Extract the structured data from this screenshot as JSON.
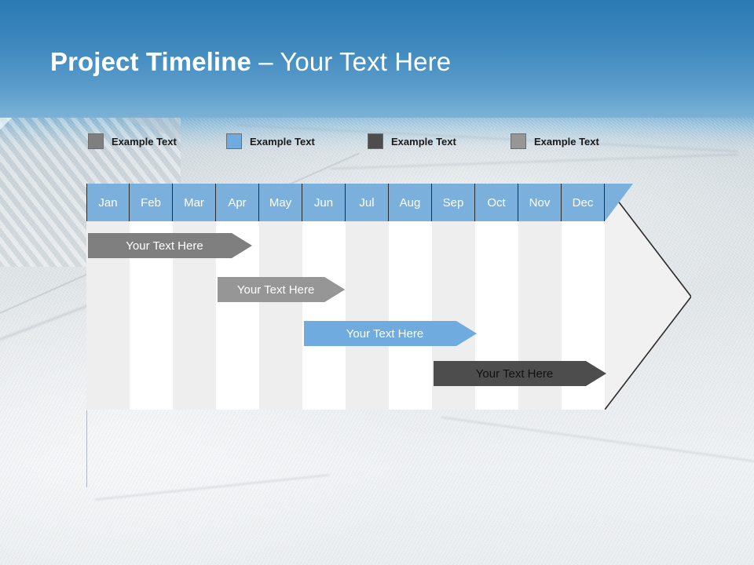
{
  "slide": {
    "title_strong": "Project Timeline",
    "title_light": " – Your Text Here",
    "background_sky_color": "#2b7ab4",
    "background_ground_color": "#e6eaec"
  },
  "legend": {
    "items": [
      {
        "label": "Example Text",
        "color": "#7f7f7f",
        "swatch_name": "legend-swatch-gray"
      },
      {
        "label": "Example Text",
        "color": "#6fabdf",
        "swatch_name": "legend-swatch-blue"
      },
      {
        "label": "Example Text",
        "color": "#4d4d4d",
        "swatch_name": "legend-swatch-dark-gray"
      },
      {
        "label": "Example Text",
        "color": "#969696",
        "swatch_name": "legend-swatch-light-gray"
      }
    ]
  },
  "chart_data": {
    "type": "bar",
    "title": "Project Timeline – Your Text Here",
    "xlabel": "",
    "ylabel": "",
    "grid": false,
    "legend_position": "top",
    "categories": [
      "Jan",
      "Feb",
      "Mar",
      "Apr",
      "May",
      "Jun",
      "Jul",
      "Aug",
      "Sep",
      "Oct",
      "Nov",
      "Dec"
    ],
    "header_fill": "#7cb0dc",
    "header_text_color": "#ffffff",
    "column_shading": [
      "shade",
      "plain",
      "shade",
      "plain",
      "shade",
      "plain",
      "shade",
      "plain",
      "shade",
      "plain",
      "shade",
      "plain"
    ],
    "tasks": [
      {
        "label": "Your  Text Here",
        "start_month": "Jan",
        "end_month": "Apr",
        "start_index": 0,
        "span": 3.8,
        "row": 1,
        "color": "#7f7f7f",
        "text_color": "#ffffff"
      },
      {
        "label": "Your  Text Here",
        "start_month": "Apr",
        "end_month": "Jun",
        "start_index": 3,
        "span": 2.95,
        "row": 2,
        "color": "#969696",
        "text_color": "#ffffff"
      },
      {
        "label": "Your  Text Here",
        "start_month": "Jun",
        "end_month": "Sep",
        "start_index": 5,
        "span": 4.0,
        "row": 3,
        "color": "#6fabdf",
        "text_color": "#ffffff"
      },
      {
        "label": "Your  Text Here",
        "start_month": "Sep",
        "end_month": "Dec",
        "start_index": 8,
        "span": 4.0,
        "row": 4,
        "color": "#4d4d4d",
        "text_color": "#111111"
      }
    ]
  }
}
